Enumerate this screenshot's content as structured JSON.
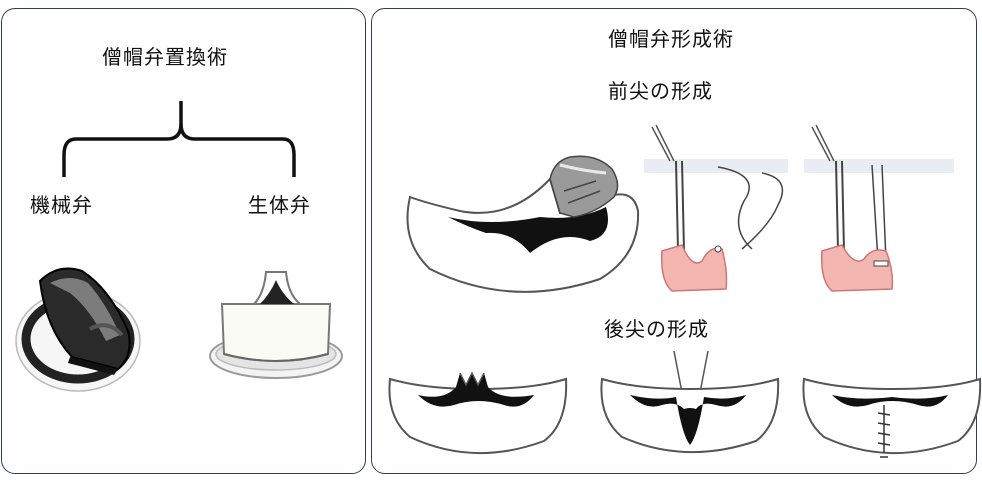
{
  "left": {
    "title": "僧帽弁置換術",
    "branch_left": "機械弁",
    "branch_right": "生体弁"
  },
  "right": {
    "title": "僧帽弁形成術",
    "section_anterior": "前尖の形成",
    "section_posterior": "後尖の形成"
  },
  "colors": {
    "border": "#2e3e62",
    "papillary": "#f4b6b1",
    "leaflet": "#111111",
    "chordae_bar": "#e8edf3"
  },
  "icons": {
    "mechanical_valve": "mechanical-valve-icon",
    "bioprosthetic_valve": "bioprosthetic-valve-icon"
  }
}
